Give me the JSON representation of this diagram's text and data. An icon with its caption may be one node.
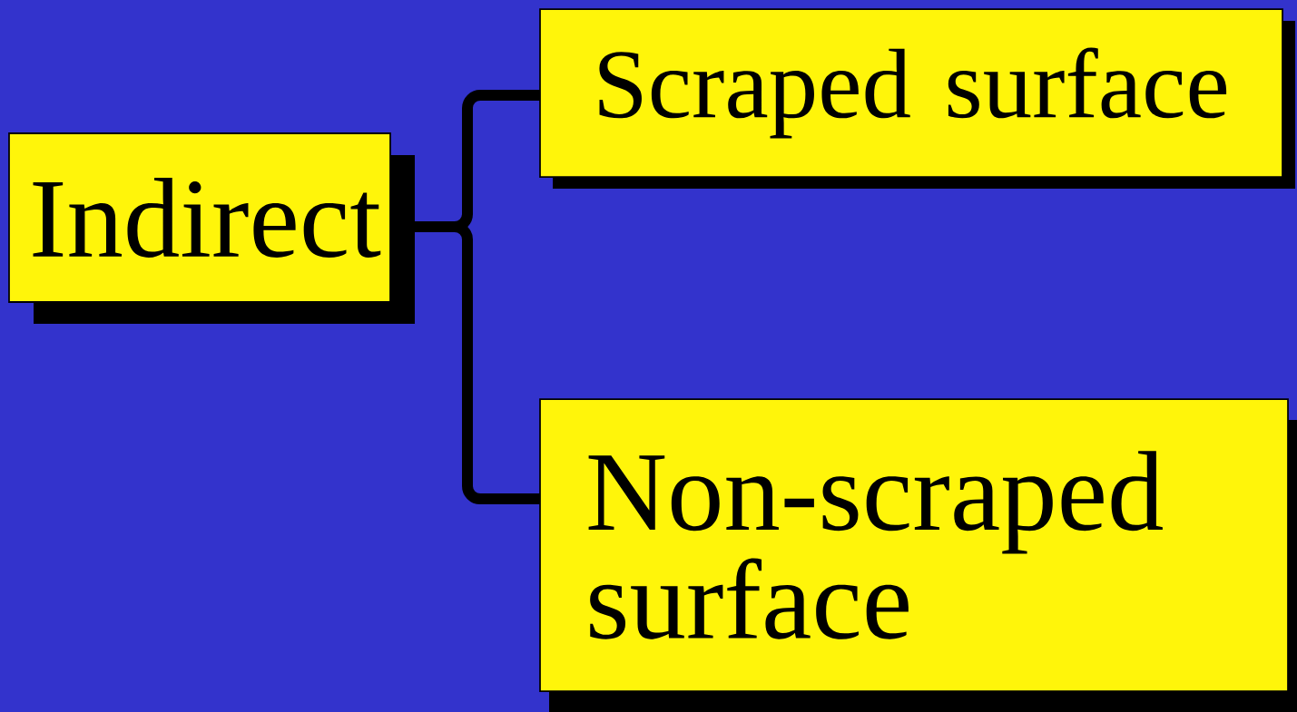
{
  "diagram": {
    "nodes": [
      {
        "text": [
          "Indirect"
        ]
      },
      {
        "text": [
          "Scraped surface"
        ]
      },
      {
        "text": [
          "Non-scraped surface"
        ]
      }
    ],
    "edges": [
      {
        "from": 0,
        "to": 1,
        "arrow": "none"
      },
      {
        "from": 0,
        "to": 2,
        "arrow": "none"
      }
    ]
  }
}
